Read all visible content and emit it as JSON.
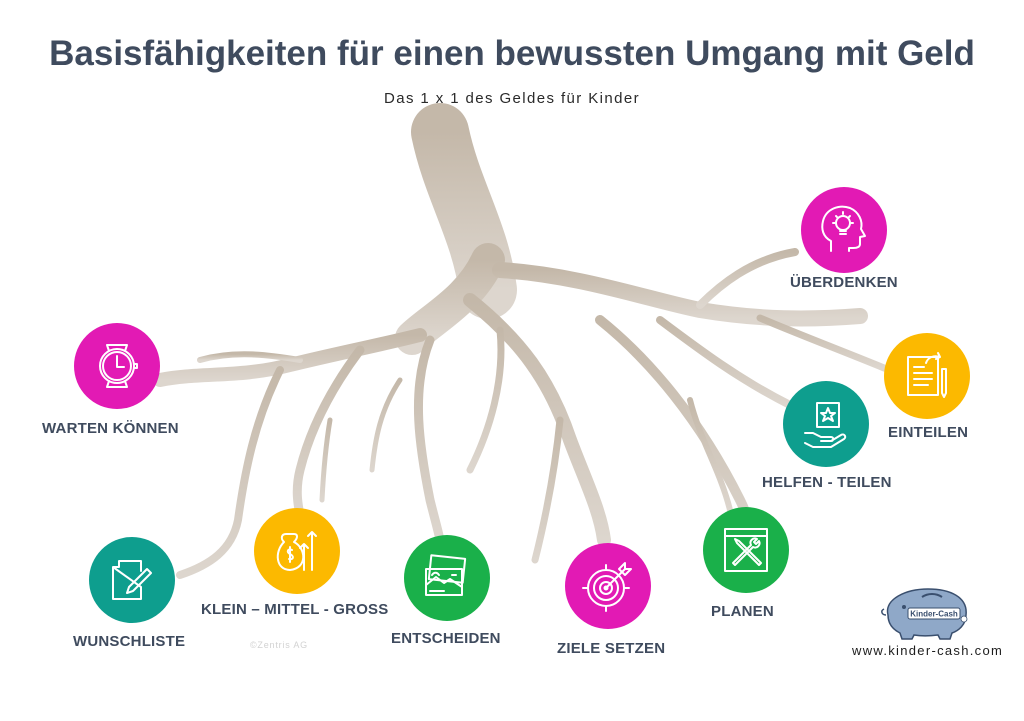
{
  "header": {
    "title": "Basisfähigkeiten für einen bewussten Umgang mit Geld",
    "subtitle": "Das 1 x 1 des Geldes für Kinder"
  },
  "colors": {
    "magenta": "#e21ab4",
    "yellow": "#fcb900",
    "teal": "#0e9e8e",
    "green": "#1ab04a",
    "root": "#c8bcae",
    "text": "#3f4b5e",
    "logo": "#7f9ec4"
  },
  "skills": [
    {
      "label": "ÜBERDENKEN",
      "icon": "lightbulb-head-icon",
      "color": "magenta"
    },
    {
      "label": "EINTEILEN",
      "icon": "notepad-icon",
      "color": "yellow"
    },
    {
      "label": "HELFEN - TEILEN",
      "icon": "helping-hand-icon",
      "color": "teal"
    },
    {
      "label": "WARTEN KÖNNEN",
      "icon": "watch-icon",
      "color": "magenta"
    },
    {
      "label": "PLANEN",
      "icon": "tools-icon",
      "color": "green"
    },
    {
      "label": "WUNSCHLISTE",
      "icon": "edit-note-icon",
      "color": "teal"
    },
    {
      "label": "KLEIN – MITTEL - GROSS",
      "icon": "money-growth-icon",
      "color": "yellow"
    },
    {
      "label": "ENTSCHEIDEN",
      "icon": "pictures-icon",
      "color": "green"
    },
    {
      "label": "ZIELE SETZEN",
      "icon": "target-icon",
      "color": "magenta"
    }
  ],
  "footer": {
    "copyright": "©Zentris AG",
    "website": "www.kinder-cash.com",
    "logo_text": "Kinder-Cash"
  }
}
